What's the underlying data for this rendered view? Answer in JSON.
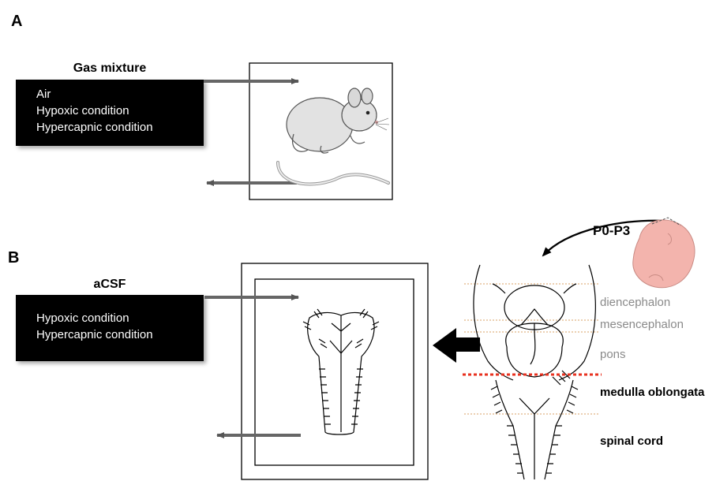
{
  "panelA": {
    "label": "A",
    "title": "Gas mixture",
    "conditions": [
      "Air",
      "Hypoxic condition",
      "Hypercapnic condition"
    ]
  },
  "panelB": {
    "label": "B",
    "title": "aCSF",
    "conditions": [
      "Hypoxic condition",
      "Hypercapnic condition"
    ],
    "age": "P0-P3",
    "regions": {
      "diencephalon": "diencephalon",
      "mesencephalon": "mesencephalon",
      "pons": "pons",
      "medulla": "medulla oblongata",
      "spinal": "spinal cord"
    }
  },
  "icons": [
    "mouse-illustration",
    "neonatal-pup-illustration",
    "brainstem-preparation-drawing",
    "whole-brain-drawing"
  ],
  "colors": {
    "box": "#000000",
    "arrow": "#666666",
    "cut_line": "#e8311f",
    "guide_line": "#d9a066",
    "pup": "#f3b4ad"
  }
}
